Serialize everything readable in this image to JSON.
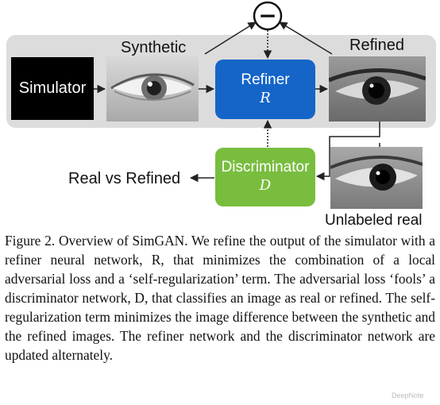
{
  "diagram": {
    "simulator_label": "Simulator",
    "synthetic_label": "Synthetic",
    "refined_label": "Refined",
    "refiner": {
      "name": "Refiner",
      "symbol": "R"
    },
    "discriminator": {
      "name": "Discriminator",
      "symbol": "D"
    },
    "minus_symbol": "−",
    "output_label": "Real vs Refined",
    "unlabeled_label": "Unlabeled real",
    "colors": {
      "panel": "#dcdcdc",
      "refiner": "#1565c8",
      "discriminator": "#79bd3f",
      "simulator": "#000000"
    }
  },
  "caption": {
    "text": "Figure 2. Overview of SimGAN. We refine the output of the simulator with a refiner neural network, R, that minimizes the combination of a local adversarial loss and a ‘self-regularization’ term. The adversarial loss ‘fools’ a discriminator network, D, that classifies an image as real or refined. The self-regularization term minimizes the image difference between the synthetic and the refined images. The refiner network and the discriminator network are updated alternately."
  },
  "watermark": "DeepNote"
}
